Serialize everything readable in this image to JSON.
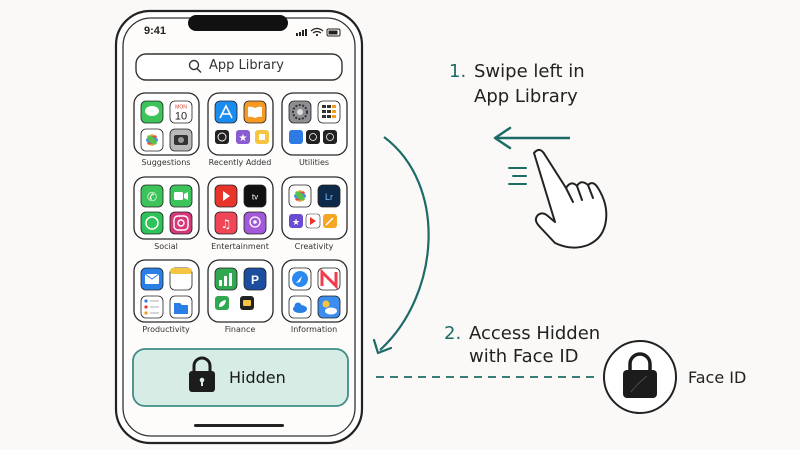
{
  "phone": {
    "time": "9:41",
    "search_placeholder": "App Library",
    "calendar": {
      "month": "MON",
      "day": "10"
    },
    "tv_label": "tv",
    "lr_label": "Lr",
    "folders": [
      {
        "label": "Suggestions"
      },
      {
        "label": "Recently Added"
      },
      {
        "label": "Utilities"
      },
      {
        "label": "Social"
      },
      {
        "label": "Entertainment"
      },
      {
        "label": "Creativity"
      },
      {
        "label": "Productivity"
      },
      {
        "label": "Finance"
      },
      {
        "label": "Information"
      }
    ],
    "hidden_label": "Hidden"
  },
  "steps": {
    "step1_number": "1.",
    "step1_line1": "Swipe left in",
    "step1_line2": "App Library",
    "step2_number": "2.",
    "step2_line1": "Access Hidden",
    "step2_line2": "with Face ID"
  },
  "face_id_label": "Face ID",
  "colors": {
    "accent_teal": "#1d6b66",
    "hidden_fill": "#d8ece6",
    "hidden_border": "#3f8d85",
    "outline": "#2a2a2a",
    "background": "#fbf9f7"
  }
}
